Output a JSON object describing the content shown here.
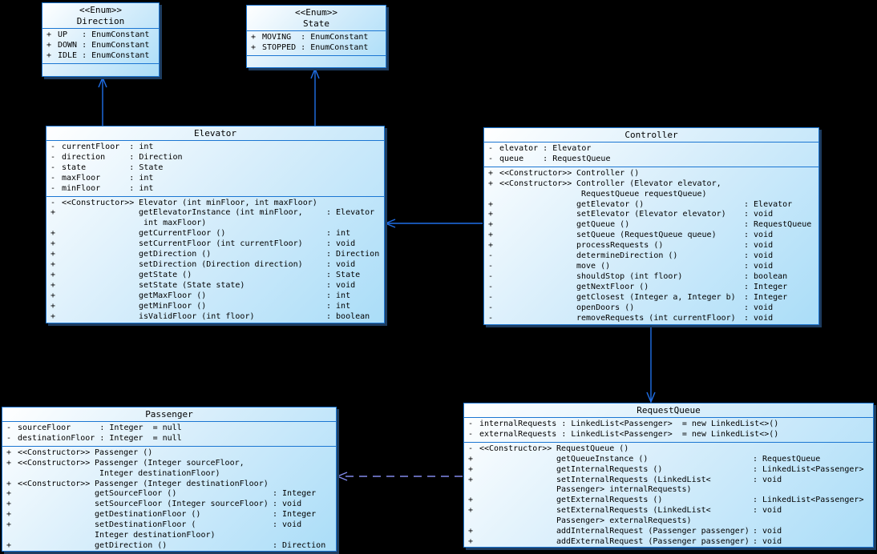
{
  "diagram_title": "Elevator system UML class diagram",
  "colors": {
    "background": "#000000",
    "box_border": "#1b76d2",
    "box_fill_light": "#ffffff",
    "box_fill_mid": "#d8eefb",
    "box_fill_dark": "#aaddf8",
    "solid_arrow": "#1f6fe8",
    "dashed_arrow": "#8289ea",
    "shadow": "#1d3c60",
    "text": "#000000"
  },
  "classes": {
    "direction": {
      "stereotype": "<<Enum>>",
      "name": "Direction",
      "attributes": [
        {
          "v": "+",
          "s": "UP   : EnumConstant"
        },
        {
          "v": "+",
          "s": "DOWN : EnumConstant"
        },
        {
          "v": "+",
          "s": "IDLE : EnumConstant"
        }
      ],
      "methods": []
    },
    "state": {
      "stereotype": "<<Enum>>",
      "name": "State",
      "attributes": [
        {
          "v": "+",
          "s": "MOVING  : EnumConstant"
        },
        {
          "v": "+",
          "s": "STOPPED : EnumConstant"
        }
      ],
      "methods": []
    },
    "elevator": {
      "name": "Elevator",
      "attributes": [
        {
          "v": "-",
          "s": "currentFloor  : int"
        },
        {
          "v": "-",
          "s": "direction     : Direction"
        },
        {
          "v": "-",
          "s": "state         : State"
        },
        {
          "v": "-",
          "s": "maxFloor      : int"
        },
        {
          "v": "-",
          "s": "minFloor      : int"
        }
      ],
      "methods": [
        {
          "v": "-",
          "p": "<<Constructor>>",
          "s": "Elevator (int minFloor, int maxFloor)",
          "r": ""
        },
        {
          "v": "+",
          "p": "",
          "s": "getElevatorInstance (int minFloor,\n int maxFloor)",
          "r": ": Elevator"
        },
        {
          "v": "+",
          "p": "",
          "s": "getCurrentFloor ()",
          "r": ": int"
        },
        {
          "v": "+",
          "p": "",
          "s": "setCurrentFloor (int currentFloor)",
          "r": ": void"
        },
        {
          "v": "+",
          "p": "",
          "s": "getDirection ()",
          "r": ": Direction"
        },
        {
          "v": "+",
          "p": "",
          "s": "setDirection (Direction direction)",
          "r": ": void"
        },
        {
          "v": "+",
          "p": "",
          "s": "getState ()",
          "r": ": State"
        },
        {
          "v": "+",
          "p": "",
          "s": "setState (State state)",
          "r": ": void"
        },
        {
          "v": "+",
          "p": "",
          "s": "getMaxFloor ()",
          "r": ": int"
        },
        {
          "v": "+",
          "p": "",
          "s": "getMinFloor ()",
          "r": ": int"
        },
        {
          "v": "+",
          "p": "",
          "s": "isValidFloor (int floor)",
          "r": ": boolean"
        }
      ]
    },
    "controller": {
      "name": "Controller",
      "attributes": [
        {
          "v": "-",
          "s": "elevator : Elevator"
        },
        {
          "v": "-",
          "s": "queue    : RequestQueue"
        }
      ],
      "methods": [
        {
          "v": "+",
          "p": "<<Constructor>>",
          "s": "Controller ()",
          "r": ""
        },
        {
          "v": "+",
          "p": "<<Constructor>>",
          "s": "Controller (Elevator elevator,\n RequestQueue requestQueue)",
          "r": ""
        },
        {
          "v": "+",
          "p": "",
          "s": "getElevator ()",
          "r": ": Elevator"
        },
        {
          "v": "+",
          "p": "",
          "s": "setElevator (Elevator elevator)",
          "r": ": void"
        },
        {
          "v": "+",
          "p": "",
          "s": "getQueue ()",
          "r": ": RequestQueue"
        },
        {
          "v": "+",
          "p": "",
          "s": "setQueue (RequestQueue queue)",
          "r": ": void"
        },
        {
          "v": "+",
          "p": "",
          "s": "processRequests ()",
          "r": ": void"
        },
        {
          "v": "-",
          "p": "",
          "s": "determineDirection ()",
          "r": ": void"
        },
        {
          "v": "-",
          "p": "",
          "s": "move ()",
          "r": ": void"
        },
        {
          "v": "-",
          "p": "",
          "s": "shouldStop (int floor)",
          "r": ": boolean"
        },
        {
          "v": "-",
          "p": "",
          "s": "getNextFloor ()",
          "r": ": Integer"
        },
        {
          "v": "-",
          "p": "",
          "s": "getClosest (Integer a, Integer b)",
          "r": ": Integer"
        },
        {
          "v": "-",
          "p": "",
          "s": "openDoors ()",
          "r": ": void"
        },
        {
          "v": "-",
          "p": "",
          "s": "removeRequests (int currentFloor)",
          "r": ": void"
        }
      ]
    },
    "passenger": {
      "name": "Passenger",
      "attributes": [
        {
          "v": "-",
          "s": "sourceFloor      : Integer  = null"
        },
        {
          "v": "-",
          "s": "destinationFloor : Integer  = null"
        }
      ],
      "methods": [
        {
          "v": "+",
          "p": "<<Constructor>>",
          "s": "Passenger ()",
          "r": ""
        },
        {
          "v": "+",
          "p": "<<Constructor>>",
          "s": "Passenger (Integer sourceFloor,\n Integer destinationFloor)",
          "r": ""
        },
        {
          "v": "+",
          "p": "<<Constructor>>",
          "s": "Passenger (Integer destinationFloor)",
          "r": ""
        },
        {
          "v": "+",
          "p": "",
          "s": "getSourceFloor ()",
          "r": ": Integer"
        },
        {
          "v": "+",
          "p": "",
          "s": "setSourceFloor (Integer sourceFloor)",
          "r": ": void"
        },
        {
          "v": "+",
          "p": "",
          "s": "getDestinationFloor ()",
          "r": ": Integer"
        },
        {
          "v": "+",
          "p": "",
          "s": "setDestinationFloor (\nInteger destinationFloor)",
          "r": ": void"
        },
        {
          "v": "+",
          "p": "",
          "s": "getDirection ()",
          "r": ": Direction"
        }
      ]
    },
    "requestqueue": {
      "name": "RequestQueue",
      "attributes": [
        {
          "v": "-",
          "s": "internalRequests : LinkedList<Passenger>  = new LinkedList<>()"
        },
        {
          "v": "-",
          "s": "externalRequests : LinkedList<Passenger>  = new LinkedList<>()"
        }
      ],
      "methods": [
        {
          "v": "-",
          "p": "<<Constructor>>",
          "s": "RequestQueue ()",
          "r": ""
        },
        {
          "v": "+",
          "p": "",
          "s": "getQueueInstance ()",
          "r": ": RequestQueue"
        },
        {
          "v": "+",
          "p": "",
          "s": "getInternalRequests ()",
          "r": ": LinkedList<Passenger>"
        },
        {
          "v": "+",
          "p": "",
          "s": "setInternalRequests (LinkedList<\nPassenger> internalRequests)",
          "r": ": void"
        },
        {
          "v": "+",
          "p": "",
          "s": "getExternalRequests ()",
          "r": ": LinkedList<Passenger>"
        },
        {
          "v": "+",
          "p": "",
          "s": "setExternalRequests (LinkedList<\nPassenger> externalRequests)",
          "r": ": void"
        },
        {
          "v": "+",
          "p": "",
          "s": "addInternalRequest (Passenger passenger)",
          "r": ": void"
        },
        {
          "v": "+",
          "p": "",
          "s": "addExternalRequest (Passenger passenger)",
          "r": ": void"
        }
      ]
    }
  },
  "relations": [
    {
      "from": "Elevator",
      "to": "Direction",
      "line": "solid"
    },
    {
      "from": "Elevator",
      "to": "State",
      "line": "solid"
    },
    {
      "from": "Controller",
      "to": "Elevator",
      "line": "solid"
    },
    {
      "from": "Controller",
      "to": "RequestQueue",
      "line": "solid"
    },
    {
      "from": "RequestQueue",
      "to": "Passenger",
      "line": "dashed"
    }
  ]
}
